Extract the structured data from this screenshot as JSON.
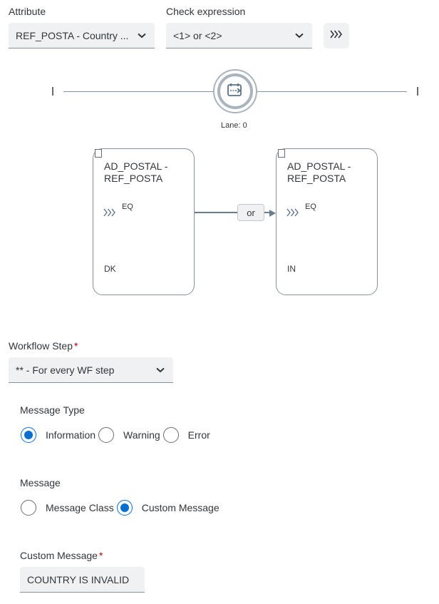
{
  "attribute": {
    "label": "Attribute",
    "value": "REF_POSTA - Country ..."
  },
  "check_expression": {
    "label": "Check expression",
    "value": "<1> or <2>"
  },
  "lane": {
    "label": "Lane: 0",
    "icon": "calendar-icon"
  },
  "nodes": [
    {
      "title": "AD_POSTAL - REF_POSTA",
      "operator": "EQ",
      "value": "DK"
    },
    {
      "title": "AD_POSTAL - REF_POSTA",
      "operator": "EQ",
      "value": "IN"
    }
  ],
  "connector": {
    "label": "or"
  },
  "workflow_step": {
    "label": "Workflow Step",
    "required": "*",
    "value": "** - For every WF step"
  },
  "message_type": {
    "label": "Message Type",
    "options": [
      "Information",
      "Warning",
      "Error"
    ],
    "selected": "Information"
  },
  "message": {
    "label": "Message",
    "options": [
      "Message Class",
      "Custom Message"
    ],
    "selected": "Custom Message"
  },
  "custom_message": {
    "label": "Custom Message",
    "required": "*",
    "value": "COUNTRY IS INVALID"
  },
  "colors": {
    "accent": "#0a6ed1",
    "required": "#bb0000",
    "field_bg": "#eff1f2"
  }
}
